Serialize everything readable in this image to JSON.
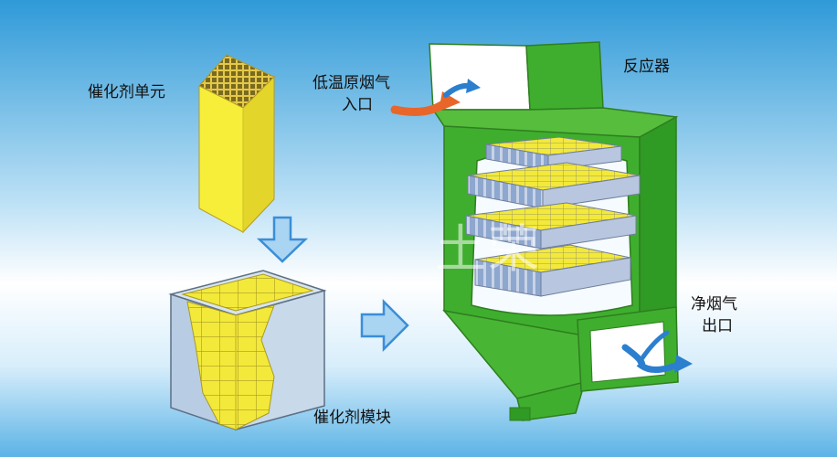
{
  "labels": {
    "catalyst_unit": "催化剂单元",
    "catalyst_module": "催化剂模块",
    "reactor": "反应器",
    "inlet_line1": "低温原烟气",
    "inlet_line2": "入口",
    "outlet_line1": "净烟气",
    "outlet_line2": "出口"
  },
  "watermark": "土荣",
  "colors": {
    "background_top": "#2f9ad8",
    "background_mid": "#ffffff",
    "reactor_green": "#3fae2e",
    "catalyst_yellow": "#f3e93a",
    "cell_outline": "#a89a22",
    "tray_blue": "#9fb6d6",
    "arrow_blue": "#2c7fcf",
    "arrow_orange": "#e8662a",
    "block_arrow_fill": "#a9d4f2",
    "block_arrow_stroke": "#3a8ed8"
  }
}
